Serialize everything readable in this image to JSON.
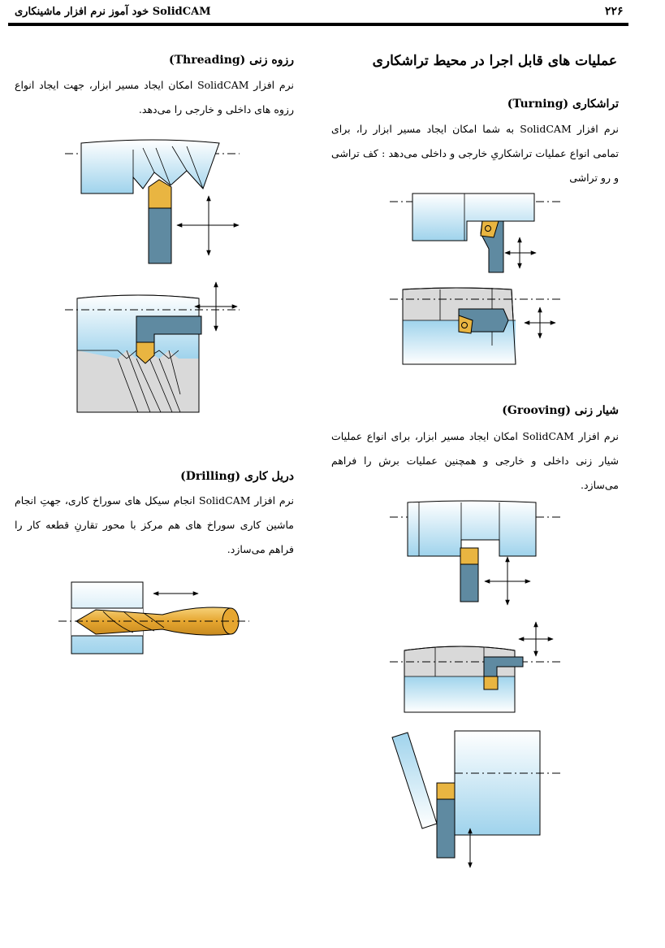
{
  "header": {
    "book_title": "خود آموز نرم افزار ماشینکاری SolidCAM",
    "page_number": "۲۲۶"
  },
  "main_title": "عملیات های قابل اجرا در محیط تراشکاری",
  "sections": {
    "turning": {
      "heading": "تراشکاری (Turning)",
      "text": "نرم افزار SolidCAM به شما امکان ایجاد مسیر ابزار را، برای تمامی انواع عملیات تراشکاریِ خارجی و داخلی می‌دهد : کف تراشی و رو تراشی"
    },
    "grooving": {
      "heading": "شیار زنی (Grooving)",
      "text": "نرم افزار SolidCAM امکان ایجاد مسیر ابزار، برای انواع عملیات شیار زنی داخلی و خارجی و همچنین عملیات برش را فراهم می‌سازد."
    },
    "threading": {
      "heading": "رزوه زنی (Threading)",
      "text": "نرم افزار SolidCAM امکان ایجاد مسیر ابزار، جهت ایجاد انواع رزوه های داخلی و خارجی را می‌دهد."
    },
    "drilling": {
      "heading": "دریل کاری (Drilling)",
      "text": "نرم افزار SolidCAM انجام سیکل های سوراخ کاری، جهتِ انجام ماشین کاری سوراخ های هم مرکز با محور تقارنِ قطعه کار را فراهم می‌سازد."
    }
  },
  "colors": {
    "workpiece_blue": "#a9d8ee",
    "tool_gray": "#5f8aa1",
    "insert_gold": "#e9b541",
    "stock_gray": "#d9d9d9"
  }
}
